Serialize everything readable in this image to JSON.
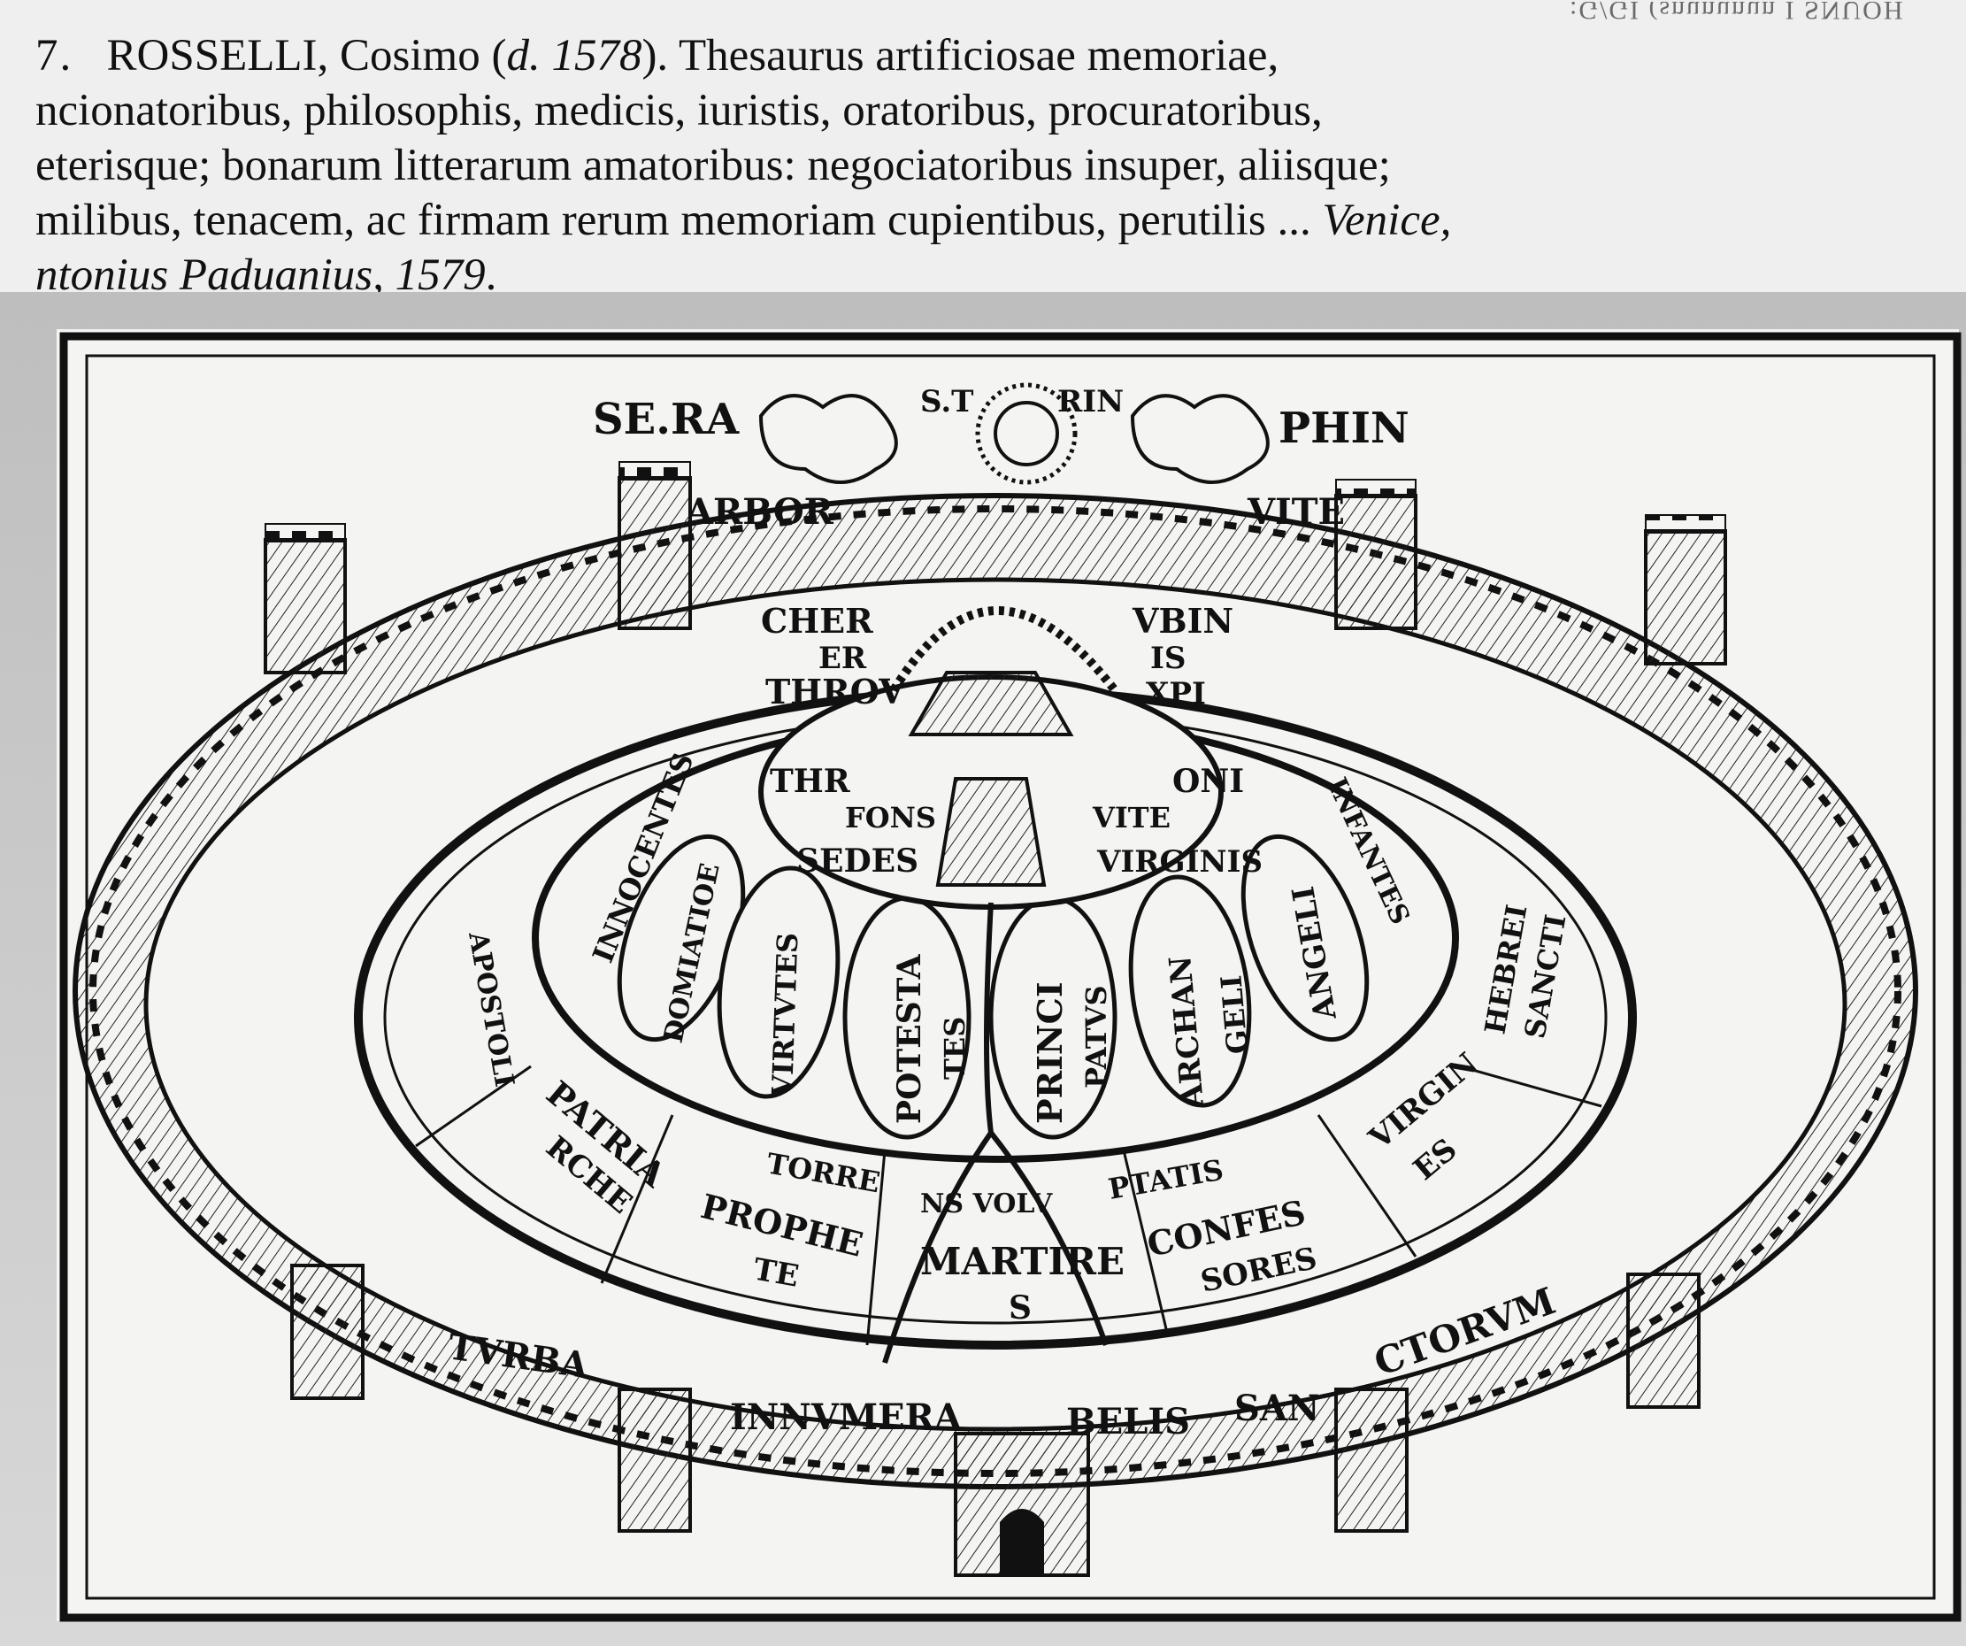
{
  "header": {
    "ghost_text": ":G/GI (snununun I SNUOH",
    "line1": {
      "number": "7.",
      "author": "ROSSELLI, Cosimo (",
      "dates": "d. 1578",
      "rest": "). Thesaurus artificiosae memoriae,"
    },
    "line2": "ncionatoribus, philosophis, medicis, iuristis, oratoribus, procuratoribus,",
    "line3": "eterisque; bonarum litterarum amatoribus: negociatoribus insuper, aliisque;",
    "line4_text": "milibus, tenacem, ac firmam rerum memoriam cupientibus, perutilis ... ",
    "line4_italic": "Venice,",
    "line5_italic": "ntonius Paduanius, 1579",
    "line5_end": "."
  },
  "woodcut": {
    "top": [
      "SE.RA",
      "S.T",
      "RIN",
      "PHIN",
      "ARBOR",
      "VITE"
    ],
    "throne": [
      "CHER",
      "ER",
      "THROV",
      "VBIN",
      "IS",
      "XPI"
    ],
    "center": [
      "THR",
      "ONI",
      "FONS",
      "VITE",
      "SEDES",
      "VIRGINIS"
    ],
    "inner_ring": [
      "INNOCENTES",
      "DOMIATIOE",
      "VIRTVTES",
      "POTESTA",
      "TES",
      "PRINCI",
      "PATVS",
      "ARCHAN",
      "GELI",
      "ANGELI",
      "INFANTES"
    ],
    "outer_ring": [
      "APOSTOLI",
      "PATRIA",
      "RCHE",
      "PROPHE",
      "TE",
      "MARTIRE",
      "S",
      "CONFES",
      "SORES",
      "VIRGIN",
      "ES",
      "HEBREI",
      "SANCTI"
    ],
    "river": [
      "TORRE",
      "NS VOLV",
      "PTATIS"
    ],
    "wall": [
      "TVRBA",
      "INNVMERA",
      "BELIS",
      "SAN",
      "CTORVM"
    ]
  }
}
